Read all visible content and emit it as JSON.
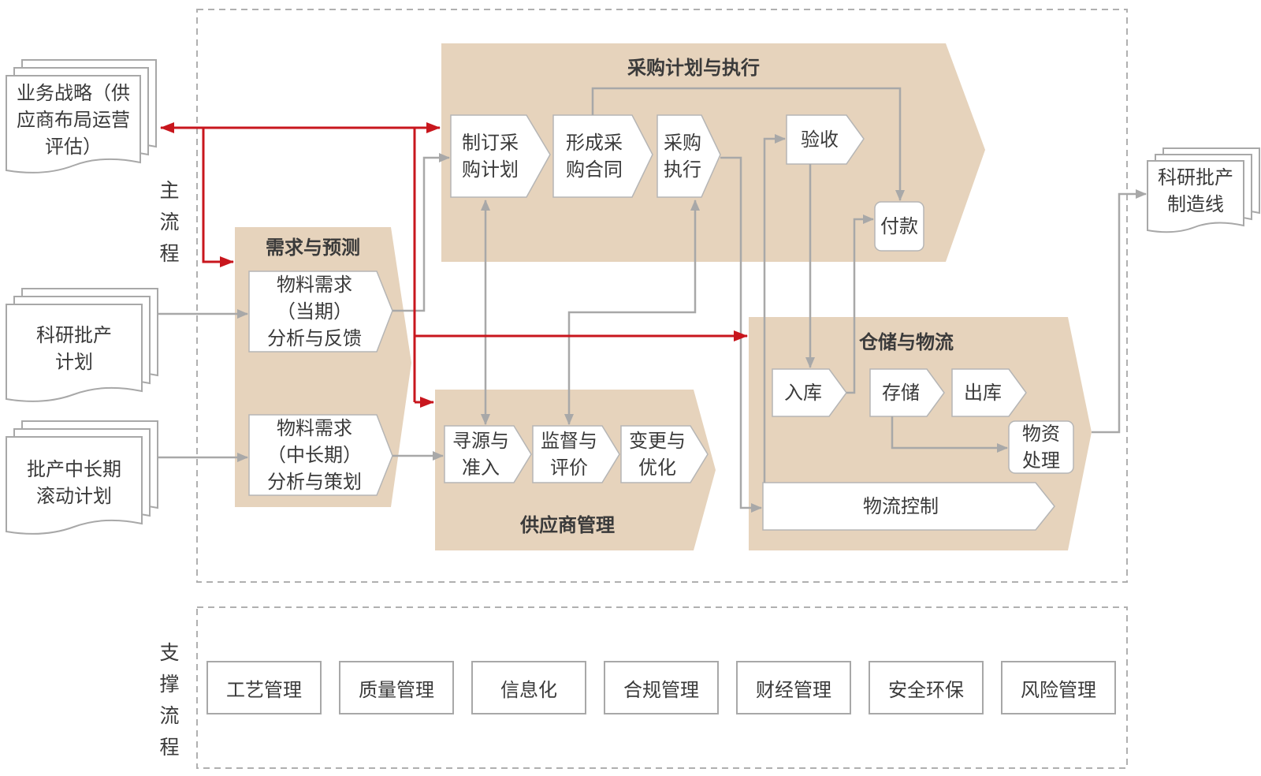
{
  "main_flow_label": "主流程",
  "support_flow_label": "支撑流程",
  "inputs": {
    "business_strategy": "业务战略（供\n应商布局运营\n评估）",
    "research_plan": "科研批产\n计划",
    "rolling_plan": "批产中长期\n滚动计划"
  },
  "output": "科研批产\n制造线",
  "demand": {
    "title": "需求与预测",
    "current": "物料需求\n（当期）\n分析与反馈",
    "long_term": "物料需求\n（中长期）\n分析与策划"
  },
  "procurement": {
    "title": "采购计划与执行",
    "plan": "制订采\n购计划",
    "contract": "形成采\n购合同",
    "execute": "采购\n执行",
    "inspect": "验收",
    "payment": "付款"
  },
  "supplier": {
    "title": "供应商管理",
    "sourcing": "寻源与\n准入",
    "monitor": "监督与\n评价",
    "change": "变更与\n优化"
  },
  "warehouse": {
    "title": "仓储与物流",
    "inbound": "入库",
    "storage": "存储",
    "outbound": "出库",
    "materials": "物资\n处理",
    "logistics": "物流控制"
  },
  "support": [
    "工艺管理",
    "质量管理",
    "信息化",
    "合规管理",
    "财经管理",
    "安全环保",
    "风险管理"
  ],
  "colors": {
    "section_fill": "#e6d3bc",
    "red_arrow": "#c8161d",
    "gray_line": "#a8a8a8",
    "dashed_border": "#b0b0b0"
  }
}
